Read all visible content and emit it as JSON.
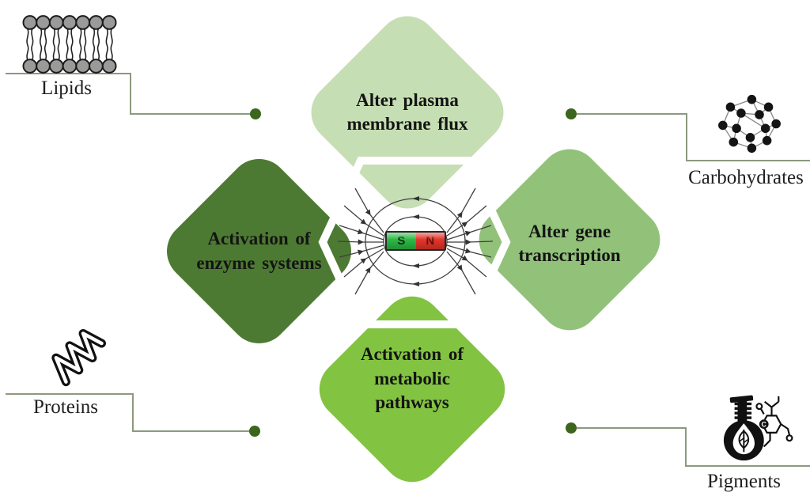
{
  "diagram": {
    "description": "Magnetic field effects on biomolecules concept diagram",
    "center_magnet": {
      "south_label": "S",
      "north_label": "N",
      "south_color": "#2cb944",
      "north_color": "#e5342a",
      "field_line_color": "#3f3f3f"
    },
    "effects": [
      {
        "id": "top",
        "label": "Alter plasma membrane flux",
        "color": "#c6deb3"
      },
      {
        "id": "left",
        "label": "Activation of enzyme systems",
        "color": "#4d7a33"
      },
      {
        "id": "right",
        "label": "Alter gene transcription",
        "color": "#92c27a"
      },
      {
        "id": "bottom",
        "label": "Activation of metabolic pathways",
        "color": "#83c342"
      }
    ],
    "biomolecules": [
      {
        "id": "lipids",
        "label": "Lipids",
        "icon": "lipid-bilayer-icon"
      },
      {
        "id": "carbohydrates",
        "label": "Carbohydrates",
        "icon": "molecule-ball-stick-icon"
      },
      {
        "id": "proteins",
        "label": "Proteins",
        "icon": "protein-helix-icon"
      },
      {
        "id": "pigments",
        "label": "Pigments",
        "icon": "pigment-flask-icon"
      }
    ],
    "connectors": {
      "line_color": "#8b9a7d",
      "dot_color": "#3c661d"
    },
    "hexagon_outline_color": "#ffffff"
  }
}
